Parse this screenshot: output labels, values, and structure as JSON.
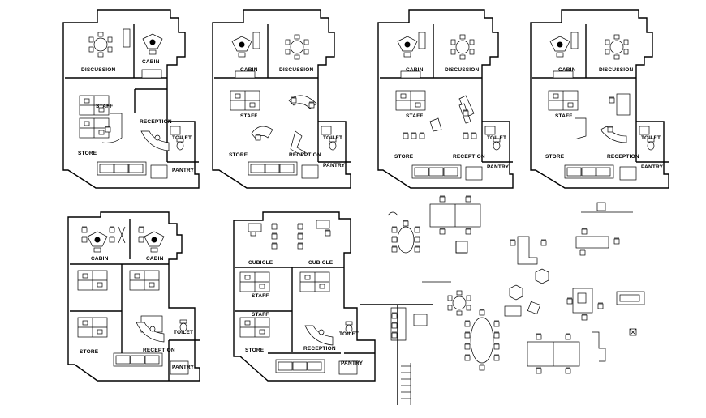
{
  "drawing": {
    "plan_labels": {
      "discussion": "DISCUSSION",
      "cabin": "CABIN",
      "staff": "STAFF",
      "reception": "RECEPTION",
      "toilet": "TOILET",
      "store": "STORE",
      "pantry": "PANTRY",
      "cubicle": "CUBICLE"
    },
    "plans_top_row": 4,
    "plans_bottom_row": 2
  }
}
